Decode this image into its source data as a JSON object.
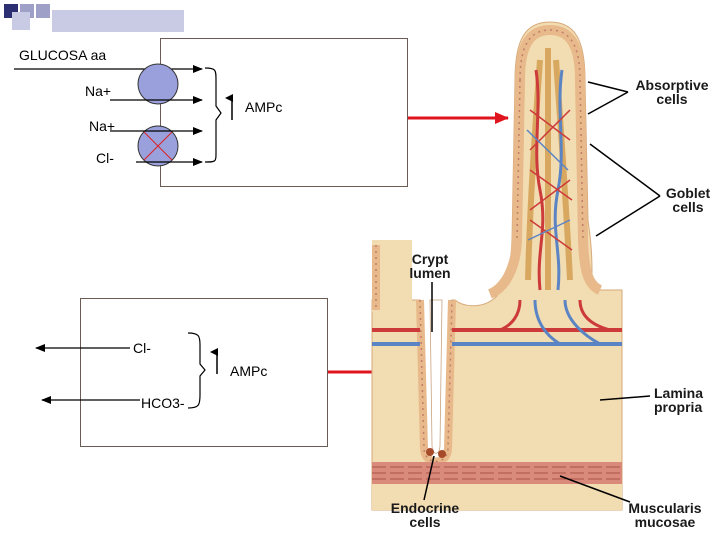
{
  "box1": {
    "header": "GLUCOSA aa",
    "ions": [
      "Na+",
      "Na+",
      "Cl-"
    ],
    "messenger": "AMPc"
  },
  "box2": {
    "ions": [
      "Cl-",
      "HCO3-"
    ],
    "messenger": "AMPc"
  },
  "histology": {
    "absorptive": [
      "Absorptive",
      "cells"
    ],
    "goblet": [
      "Goblet",
      "cells"
    ],
    "crypt": [
      "Crypt",
      "lumen"
    ],
    "lamina": [
      "Lamina",
      "propria"
    ],
    "endocrine": [
      "Endocrine",
      "cells"
    ],
    "muscularis": [
      "Muscularis",
      "mucosae"
    ]
  },
  "colors": {
    "arrow": "#e0141e",
    "carrier": "#9aa0dc",
    "box_border": "#6b5b55",
    "tissue": "#f2dcb1",
    "vessel_red": "#cc3a3a",
    "vessel_blue": "#5b84c4"
  }
}
